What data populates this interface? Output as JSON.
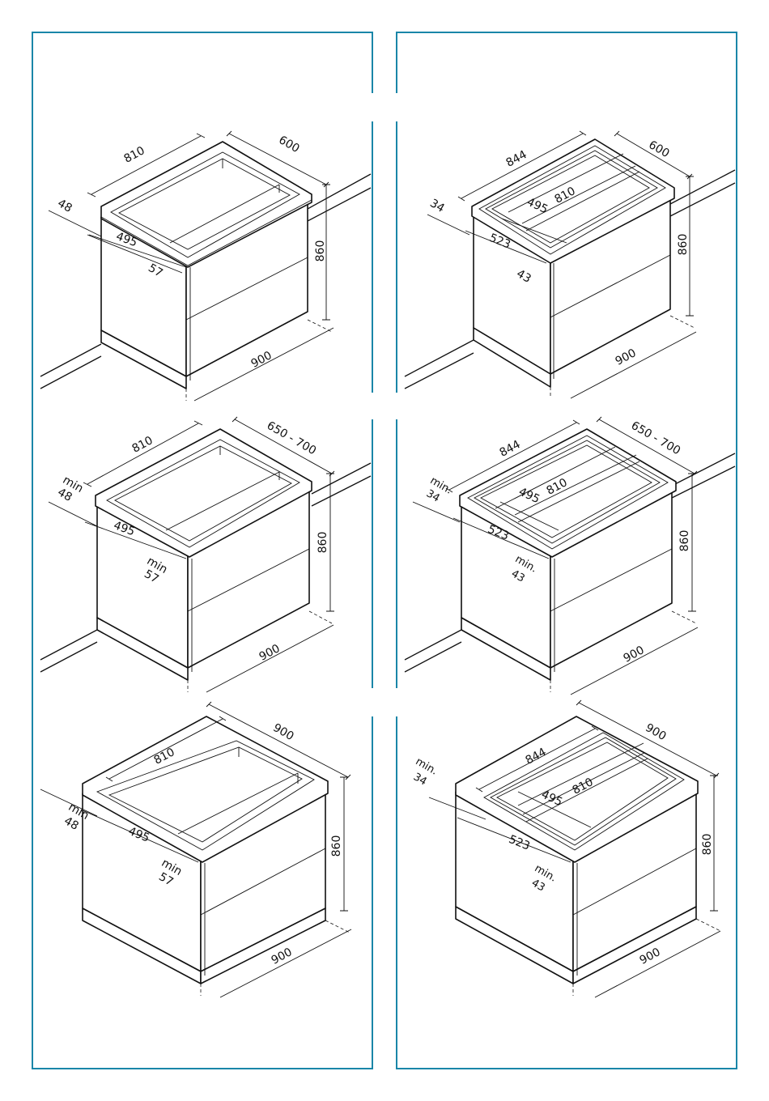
{
  "colors": {
    "frame": "#1a86a8",
    "line": "#111111",
    "background": "#ffffff"
  },
  "panels": [
    {
      "id": "left-top",
      "labels": {
        "width": "810",
        "depth": "600",
        "side": "48",
        "inner": "495",
        "front": "57",
        "height": "860",
        "total": "900"
      }
    },
    {
      "id": "right-top",
      "labels": {
        "width": "844",
        "depth": "600",
        "inner_width": "810",
        "side": "34",
        "inner": "495",
        "rear": "523",
        "front": "43",
        "height": "860",
        "total": "900"
      }
    },
    {
      "id": "left-middle",
      "labels": {
        "width": "810",
        "depth": "650 - 700",
        "side_min": "min",
        "side": "48",
        "inner": "495",
        "front_min": "min",
        "front": "57",
        "height": "860",
        "total": "900"
      }
    },
    {
      "id": "right-middle",
      "labels": {
        "width": "844",
        "depth": "650 - 700",
        "inner_width": "810",
        "side_min": "min.",
        "side": "34",
        "inner": "495",
        "rear": "523",
        "front_min": "min.",
        "front": "43",
        "height": "860",
        "total": "900"
      }
    },
    {
      "id": "left-bottom",
      "labels": {
        "width": "810",
        "depth": "900",
        "side_min": "min",
        "side": "48",
        "inner": "495",
        "front_min": "min",
        "front": "57",
        "height": "860",
        "total": "900"
      }
    },
    {
      "id": "right-bottom",
      "labels": {
        "width": "844",
        "depth": "900",
        "inner_width": "810",
        "side_min": "min.",
        "side": "34",
        "inner": "495",
        "rear": "523",
        "front_min": "min.",
        "front": "43",
        "height": "860",
        "total": "900"
      }
    }
  ]
}
